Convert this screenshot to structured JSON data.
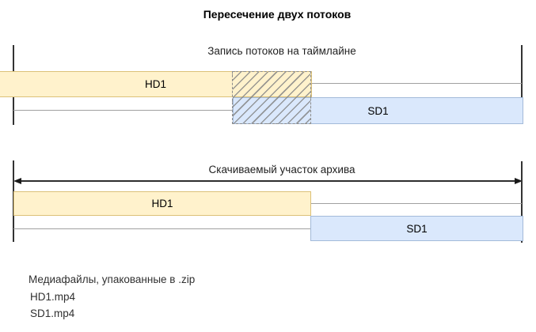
{
  "title": "Пересечение двух потоков",
  "timeline_recording": {
    "caption": "Запись потоков на таймлайне",
    "hd_label": "HD1",
    "sd_label": "SD1"
  },
  "timeline_download": {
    "caption": "Скачиваемый участок архива",
    "hd_label": "HD1",
    "sd_label": "SD1"
  },
  "files": {
    "heading": "Медиафайлы, упакованные в .zip",
    "items": [
      "HD1.mp4",
      "SD1.mp4"
    ]
  },
  "colors": {
    "hd_fill": "#FFF2CC",
    "hd_stroke": "#DCC178",
    "sd_fill": "#DAE8FC",
    "sd_stroke": "#A3BAD9",
    "timeline_line": "#A0A0A0",
    "axis_line": "#333333",
    "hatch_line": "#878787",
    "overlap_border": "#8C8C8C",
    "text": "#000000"
  }
}
